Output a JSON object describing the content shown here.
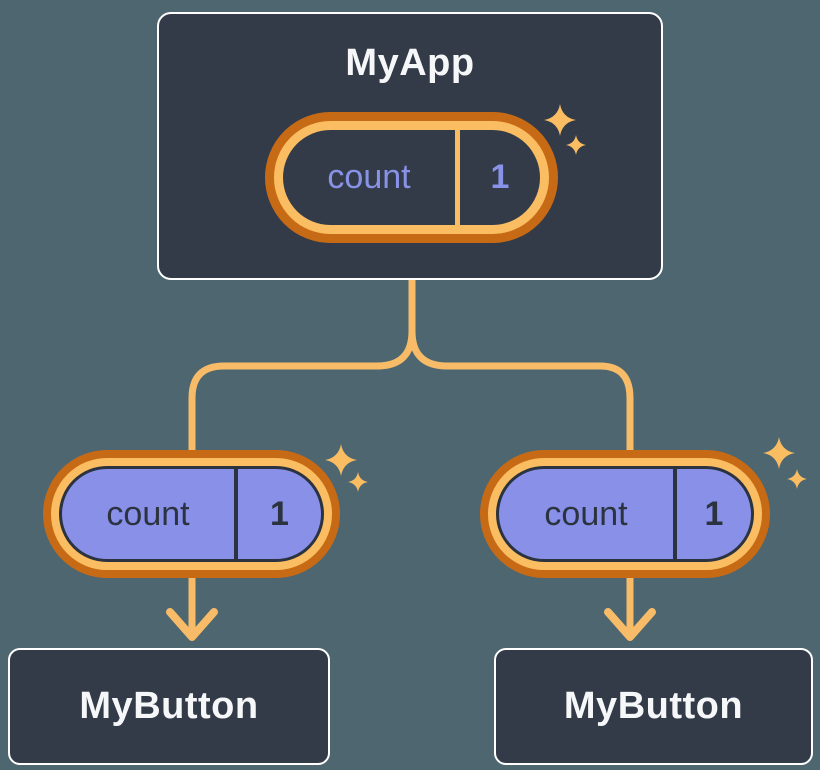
{
  "colors": {
    "background": "#4D6670",
    "node_fill": "#343B48",
    "node_border": "#FFFFFF",
    "line_gold": "#F8BC68",
    "ring_gold": "#FABD62",
    "ring_orange": "#C76A15",
    "purple_fill": "#8890E8",
    "purple_text": "#8893E8",
    "dark_text": "#2C3340",
    "light_text": "#F6F7F9"
  },
  "root": {
    "title": "MyApp",
    "state": {
      "key": "count",
      "value": "1"
    }
  },
  "children": [
    {
      "title": "MyButton",
      "prop": {
        "key": "count",
        "value": "1"
      }
    },
    {
      "title": "MyButton",
      "prop": {
        "key": "count",
        "value": "1"
      }
    }
  ],
  "icons": {
    "sparkle": "four-point-star",
    "arrow": "chevron-arrow-down"
  }
}
